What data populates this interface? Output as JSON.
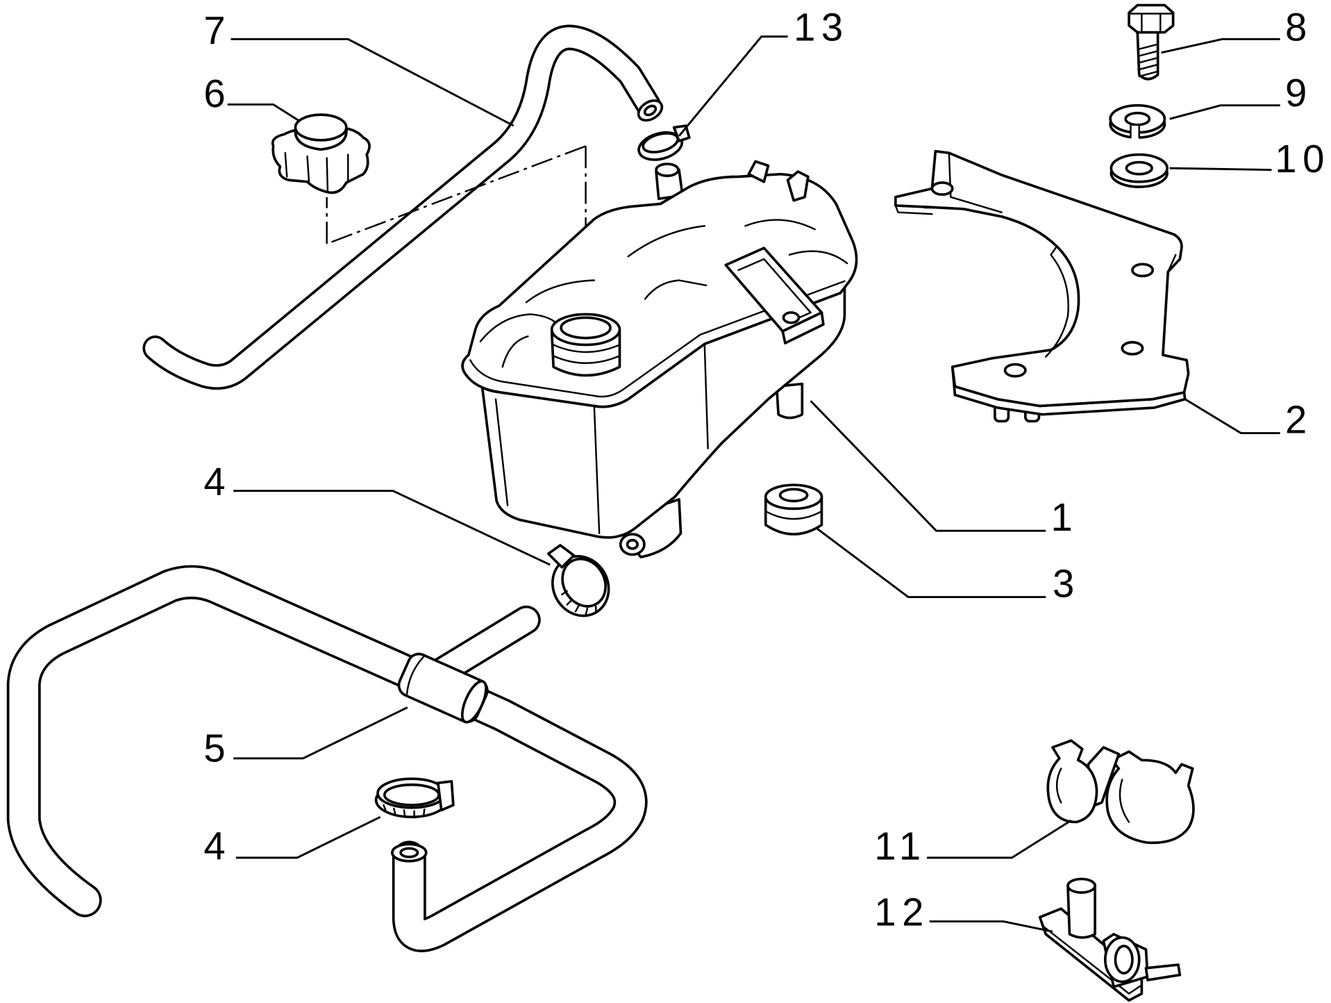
{
  "colors": {
    "line": "#000000",
    "background": "#ffffff"
  },
  "callouts": [
    "7",
    "13",
    "8",
    "6",
    "9",
    "10",
    "2",
    "4",
    "1",
    "3",
    "5",
    "4",
    "11",
    "12"
  ]
}
